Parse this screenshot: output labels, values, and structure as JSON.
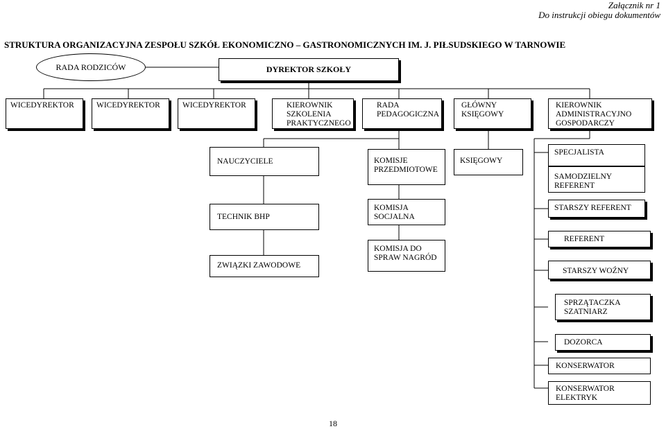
{
  "header": {
    "line1": "Załącznik nr 1",
    "line2": "Do instrukcji obiegu dokumentów"
  },
  "title": "STRUKTURA ORGANIZACYJNA ZESPOŁU SZKÓŁ EKONOMICZNO – GASTRONOMICZNYCH IM. J. PIŁSUDSKIEGO W TARNOWIE",
  "nodes": {
    "rada_rodzicow": "RADA RODZICÓW",
    "dyrektor": "DYREKTOR SZKOŁY",
    "wicedyrektor1": "WICEDYREKTOR",
    "wicedyrektor2": "WICEDYREKTOR",
    "wicedyrektor3": "WICEDYREKTOR",
    "kierownik_szkolenia": "KIEROWNIK SZKOLENIA PRAKTYCZNEGO",
    "rada_pedagogiczna": "RADA PEDAGOGICZNA",
    "glowny_ksiegowy": "GŁÓWNY KSIĘGOWY",
    "kierownik_admin": "KIEROWNIK ADMINISTRACYJNO GOSPODARCZY",
    "nauczyciele": "NAUCZYCIELE",
    "technik_bhp": "TECHNIK BHP",
    "zwiazki": "ZWIĄZKI ZAWODOWE",
    "komisje_przedmiotowe": "KOMISJE PRZEDMIOTOWE",
    "komisja_socjalna": "KOMISJA SOCJALNA",
    "komisja_nagrod": "KOMISJA DO SPRAW NAGRÓD",
    "ksiegowy": "KSIĘGOWY",
    "specjalista": "SPECJALISTA",
    "samodzielny_referent": "SAMODZIELNY REFERENT",
    "starszy_referent": "STARSZY REFERENT",
    "referent": "REFERENT",
    "starszy_wozny": "STARSZY WOŹNY",
    "sprzataczka": "SPRZĄTACZKA SZATNIARZ",
    "dozorca": "DOZORCA",
    "konserwator": "KONSERWATOR",
    "konserwator_elektryk": "KONSERWATOR ELEKTRYK"
  },
  "page_number": "18"
}
